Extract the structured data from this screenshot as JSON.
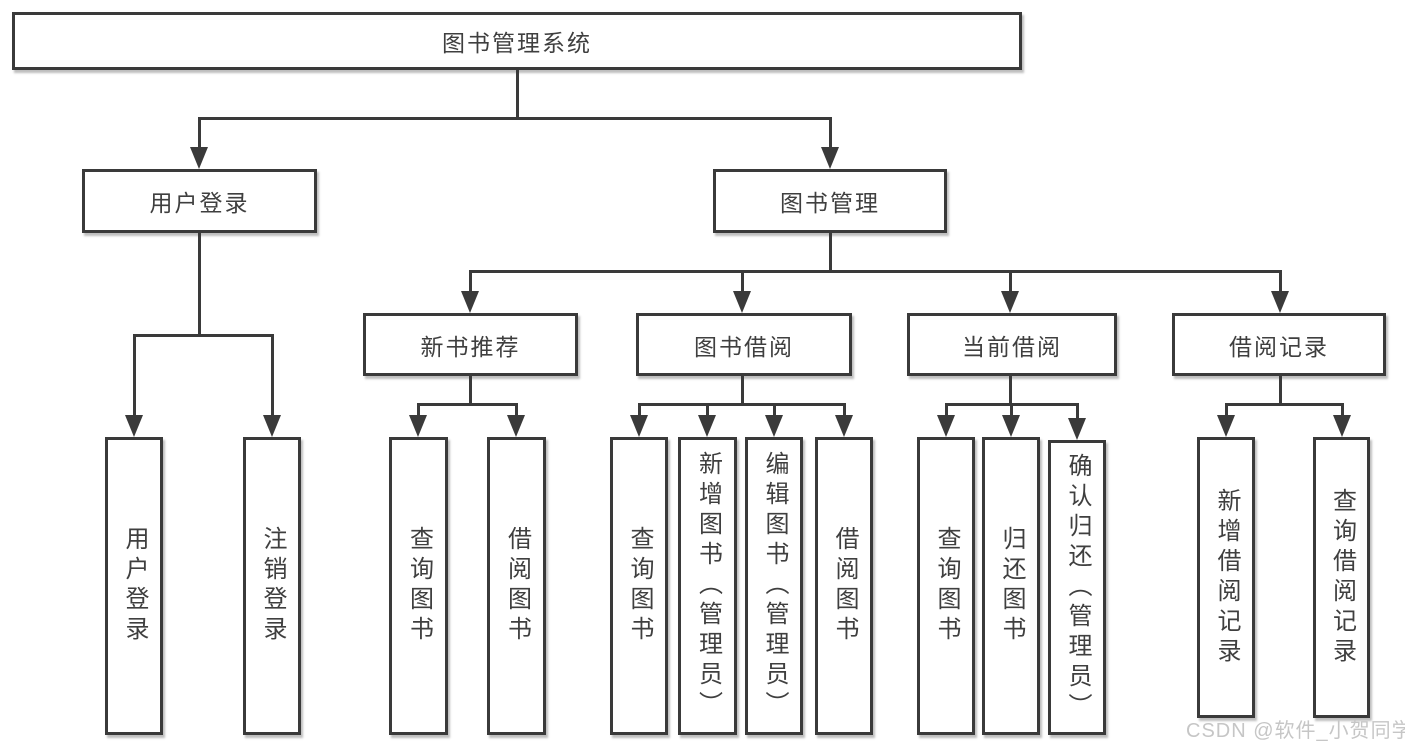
{
  "tree": {
    "root": "图书管理系统",
    "branches": [
      {
        "label": "用户登录",
        "children": [
          {
            "label": "用户登录"
          },
          {
            "label": "注销登录"
          }
        ]
      },
      {
        "label": "图书管理",
        "sections": [
          {
            "label": "新书推荐",
            "children": [
              {
                "label": "查询图书"
              },
              {
                "label": "借阅图书"
              }
            ]
          },
          {
            "label": "图书借阅",
            "children": [
              {
                "label": "查询图书"
              },
              {
                "label": "新增图书（管理员）"
              },
              {
                "label": "编辑图书（管理员）"
              },
              {
                "label": "借阅图书"
              }
            ]
          },
          {
            "label": "当前借阅",
            "children": [
              {
                "label": "查询图书"
              },
              {
                "label": "归还图书"
              },
              {
                "label": "确认归还（管理员）"
              }
            ]
          },
          {
            "label": "借阅记录",
            "children": [
              {
                "label": "新增借阅记录"
              },
              {
                "label": "查询借阅记录"
              }
            ]
          }
        ]
      }
    ]
  },
  "watermark": "CSDN @软件_小贺同学",
  "colors": {
    "line": "#3a3a3a",
    "text": "#3f3f3f",
    "background": "#ffffff",
    "watermark": "#c6c6c6"
  }
}
